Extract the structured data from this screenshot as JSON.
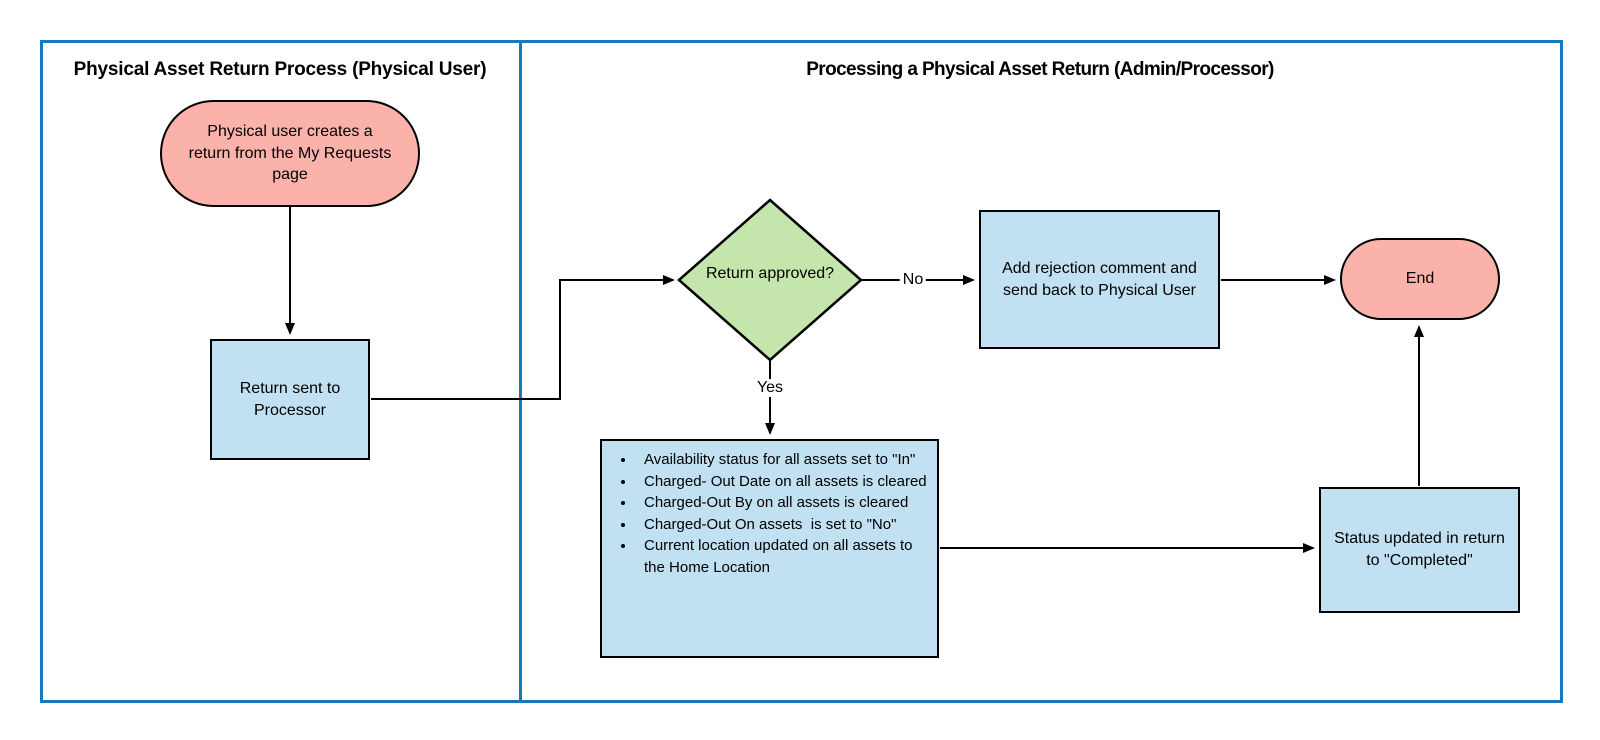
{
  "diagram_title": "Physical Asset Return Process",
  "colors": {
    "frame_border": "#1778ba",
    "terminator_fill": "#fab2aa",
    "process_fill": "#c1e0f2",
    "decision_fill": "#c4e6ac",
    "shape_border": "#000000"
  },
  "lanes": {
    "left": {
      "title": "Physical Asset Return Process (Physical User)"
    },
    "right": {
      "title": "Processing a Physical Asset Return (Admin/Processor)"
    }
  },
  "nodes": {
    "start": {
      "type": "terminator",
      "text": "Physical user creates a return from the My Requests page"
    },
    "return_sent": {
      "type": "process",
      "text": "Return sent to Processor"
    },
    "decision": {
      "type": "decision",
      "text": "Return approved?"
    },
    "reject": {
      "type": "process",
      "text": "Add rejection comment and send back to Physical User"
    },
    "end": {
      "type": "terminator",
      "text": "End"
    },
    "updates": {
      "type": "process",
      "bullets": [
        "Availability status for all assets set to \"In\"",
        "Charged- Out Date on all assets is cleared",
        "Charged-Out By on all assets is cleared",
        "Charged-Out On assets  is set to \"No\"",
        "Current location updated on all assets to the Home Location"
      ]
    },
    "status": {
      "type": "process",
      "text": "Status updated in return to \"Completed\""
    }
  },
  "edges": {
    "no_label": "No",
    "yes_label": "Yes"
  }
}
